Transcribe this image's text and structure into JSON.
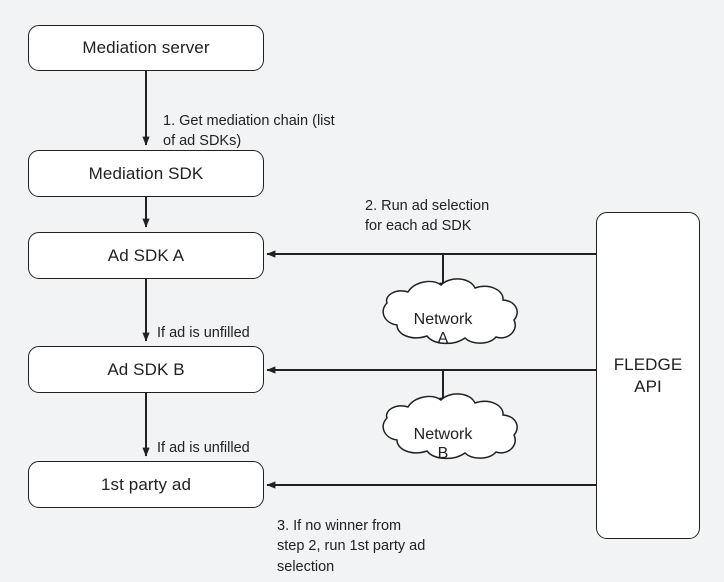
{
  "diagram": {
    "title": "Mediation waterfall with FLEDGE API ad selection",
    "background_color": "#f1f3f4",
    "stroke_color": "#202124",
    "node_fill": "#ffffff",
    "nodes": [
      {
        "id": "mediation-server",
        "label": "Mediation server"
      },
      {
        "id": "mediation-sdk",
        "label": "Mediation SDK"
      },
      {
        "id": "ad-sdk-a",
        "label": "Ad SDK A"
      },
      {
        "id": "ad-sdk-b",
        "label": "Ad SDK B"
      },
      {
        "id": "first-party-ad",
        "label": "1st party ad"
      },
      {
        "id": "fledge-api",
        "label": "FLEDGE\nAPI"
      }
    ],
    "clouds": [
      {
        "id": "network-a",
        "label": "Network\nA"
      },
      {
        "id": "network-b",
        "label": "Network\nB"
      }
    ],
    "edge_labels": [
      {
        "id": "step-1",
        "text": "1. Get mediation chain (list\nof ad SDKs)"
      },
      {
        "id": "step-2",
        "text": "2. Run ad selection\n  for each ad SDK"
      },
      {
        "id": "unfilled-a",
        "text": "If ad is unfilled"
      },
      {
        "id": "unfilled-b",
        "text": "If ad is unfilled"
      },
      {
        "id": "step-3",
        "text": "3. If no winner from\nstep 2, run 1st party ad\nselection"
      }
    ]
  }
}
